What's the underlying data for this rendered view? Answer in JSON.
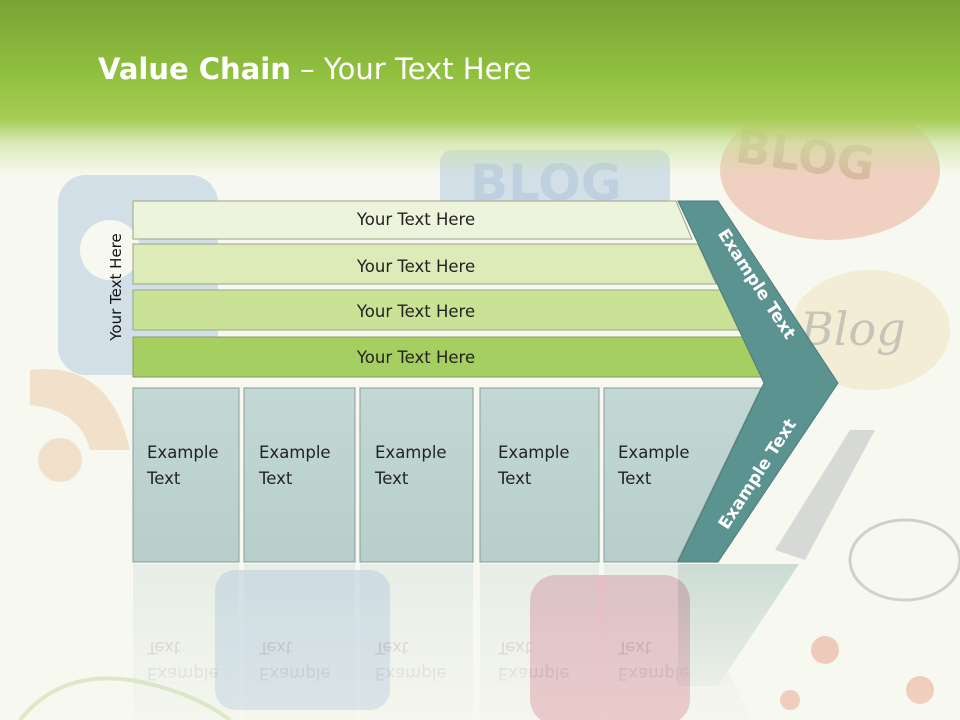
{
  "slide": {
    "title_bold": "Value Chain",
    "title_rest": " – Your Text Here"
  },
  "side_label": "Your Text Here",
  "support_rows": [
    "Your Text Here",
    "Your Text Here",
    "Your Text Here",
    "Your Text Here"
  ],
  "primary_boxes": [
    [
      "Example",
      "Text"
    ],
    [
      "Example",
      "Text"
    ],
    [
      "Example",
      "Text"
    ],
    [
      "Example",
      "Text"
    ],
    [
      "Example",
      "Text"
    ]
  ],
  "arrow_labels": {
    "top": "Example Text",
    "bottom": "Example Text"
  },
  "background_words": [
    "BLOG",
    "BLOG",
    "Blog"
  ],
  "colors": {
    "row_1": "#eef4dc",
    "row_2": "#dcebb8",
    "row_3": "#c9e295",
    "row_4": "#a6cf62",
    "box": "#bfd5d2",
    "arrow": "#5b9391",
    "header": "#8fbf3e"
  }
}
